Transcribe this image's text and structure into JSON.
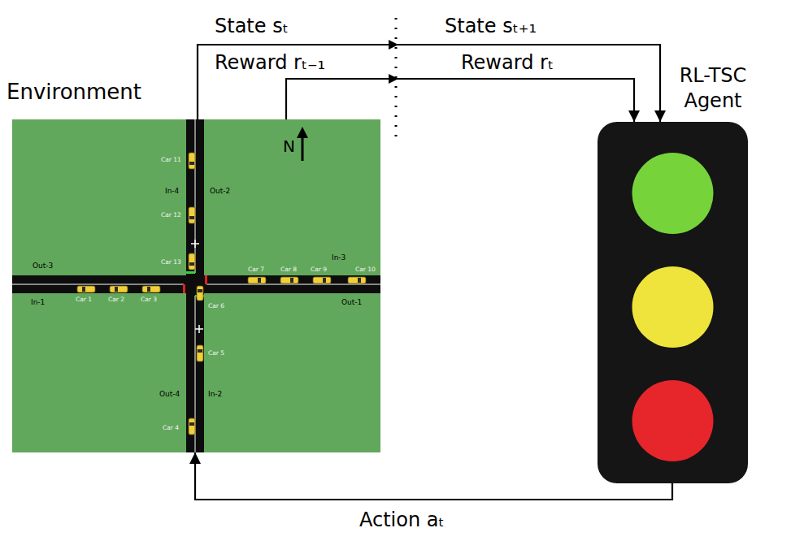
{
  "diagram": {
    "nodes": [
      {
        "text": [
          "Environment"
        ]
      },
      {
        "text": [
          "RL-TSC Agent"
        ]
      }
    ],
    "edges": [
      {
        "from": 0,
        "to": 1,
        "arrow": "to",
        "label": "State sₜ"
      },
      {
        "from": 0,
        "to": 1,
        "arrow": "to",
        "label": "Reward rₜ₋₁"
      },
      {
        "from": 1,
        "to": 0,
        "arrow": "to",
        "label": "Action aₜ"
      }
    ],
    "labels": [
      "State sₜ₊₁",
      "Reward rₜ",
      "N",
      "In-4",
      "Out-2",
      "Out-3",
      "In-3",
      "In-1",
      "Out-1",
      "Out-4",
      "In-2",
      "Car 11",
      "Car 12",
      "Car 13",
      "Car 7",
      "Car 8",
      "Car 9",
      "Car 10",
      "Car 1",
      "Car 2",
      "Car 3",
      "Car 6",
      "Car 5",
      "Car 4"
    ]
  }
}
